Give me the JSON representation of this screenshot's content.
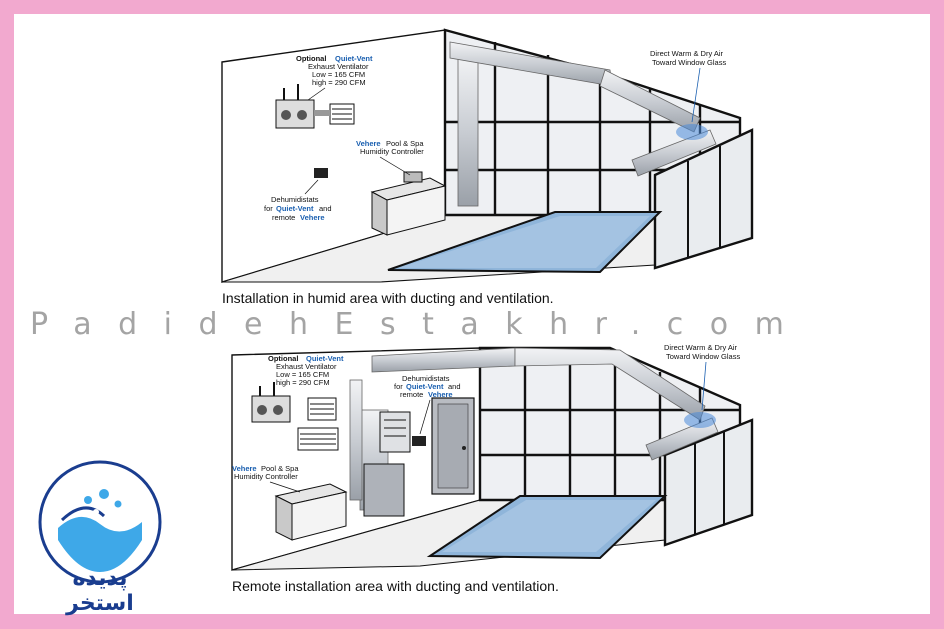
{
  "watermark": "PadidehEstakhr.com",
  "logo": {
    "text": "پدیده استخر",
    "icon": "water-splash-logo-icon"
  },
  "colors": {
    "frame": "#f2a9cf",
    "pool": "#8fb5da",
    "accent": "#1a5fb0",
    "duct": "#cfd3d8"
  },
  "top_diagram": {
    "caption": "Installation in humid area with ducting and ventilation.",
    "labels": {
      "optional": "Optional",
      "quiet_vent": "Quiet-Vent",
      "exhaust": "Exhaust Ventilator",
      "low": "Low = 165 CFM",
      "high": "high = 290 CFM",
      "vehere": "Vehere",
      "pool_spa": "Pool & Spa",
      "humidity": "Humidity Controller",
      "dehum_1": "Dehumidistats",
      "dehum_2": "for",
      "dehum_3": "Quiet-Vent",
      "dehum_4": "and",
      "dehum_5": "remote",
      "dehum_6": "Vehere",
      "direct_1": "Direct Warm & Dry Air",
      "direct_2": "Toward Window Glass"
    }
  },
  "bottom_diagram": {
    "caption": "Remote installation area with ducting and ventilation.",
    "labels": {
      "optional": "Optional",
      "quiet_vent": "Quiet-Vent",
      "exhaust": "Exhaust Ventilator",
      "low": "Low = 165 CFM",
      "high": "high = 290 CFM",
      "dehum_1": "Dehumidistats",
      "dehum_2": "for",
      "dehum_3": "Quiet-Vent",
      "dehum_4": "and",
      "dehum_5": "remote",
      "dehum_6": "Vehere",
      "vehere": "Vehere",
      "pool_spa": "Pool & Spa",
      "humidity": "Humidity Controller",
      "direct_1": "Direct Warm & Dry Air",
      "direct_2": "Toward Window Glass"
    }
  }
}
